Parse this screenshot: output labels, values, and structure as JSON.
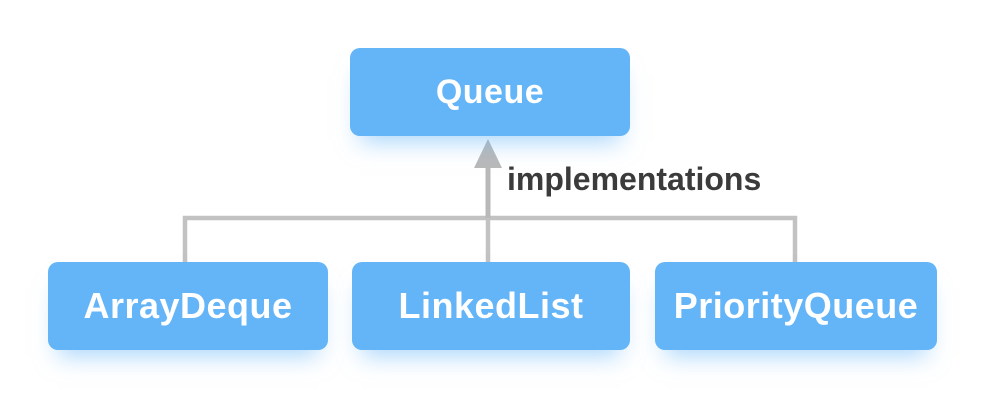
{
  "diagram": {
    "type": "tree",
    "root_node": {
      "label": "Queue"
    },
    "edge_label": "implementations",
    "child_nodes": [
      {
        "label": "ArrayDeque"
      },
      {
        "label": "LinkedList"
      },
      {
        "label": "PriorityQueue"
      }
    ],
    "colors": {
      "node_fill": "#64b4f8",
      "node_text": "#ffffff",
      "connector": "#c2c2c2",
      "arrow": "#b9b9b9",
      "edge_label_text": "#3b3b3b",
      "background": "#ffffff"
    }
  }
}
